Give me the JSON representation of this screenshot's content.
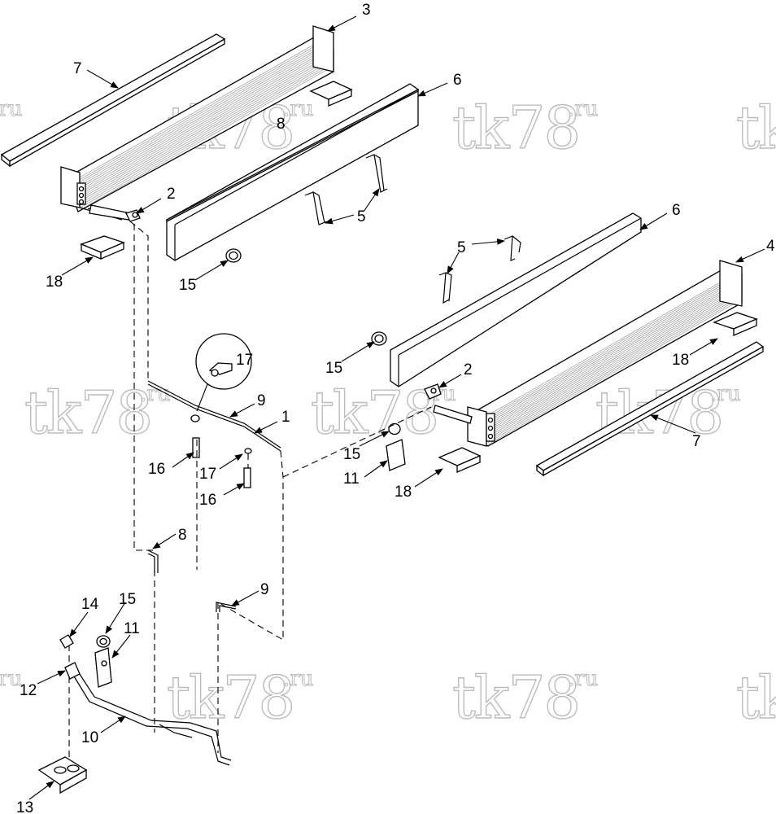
{
  "watermark": {
    "text": "tk78",
    "suffix": ".ru"
  },
  "callouts": {
    "c1": "1",
    "c2a": "2",
    "c2b": "2",
    "c3": "3",
    "c4": "4",
    "c5a": "5",
    "c5b": "5",
    "c6a": "6",
    "c6b": "6",
    "c7a": "7",
    "c7b": "7",
    "c8a": "8",
    "c8b": "8",
    "c9a": "9",
    "c9b": "9",
    "c10": "10",
    "c11a": "11",
    "c11b": "11",
    "c12": "12",
    "c13": "13",
    "c14": "14",
    "c15a": "15",
    "c15b": "15",
    "c15c": "15",
    "c15d": "15",
    "c16a": "16",
    "c16b": "16",
    "c17a": "17",
    "c17b": "17",
    "c18a": "18",
    "c18b": "18",
    "c18c": "18"
  },
  "colors": {
    "ink": "#000000",
    "watermark": "#bcbcbc",
    "fins": "#999999"
  }
}
